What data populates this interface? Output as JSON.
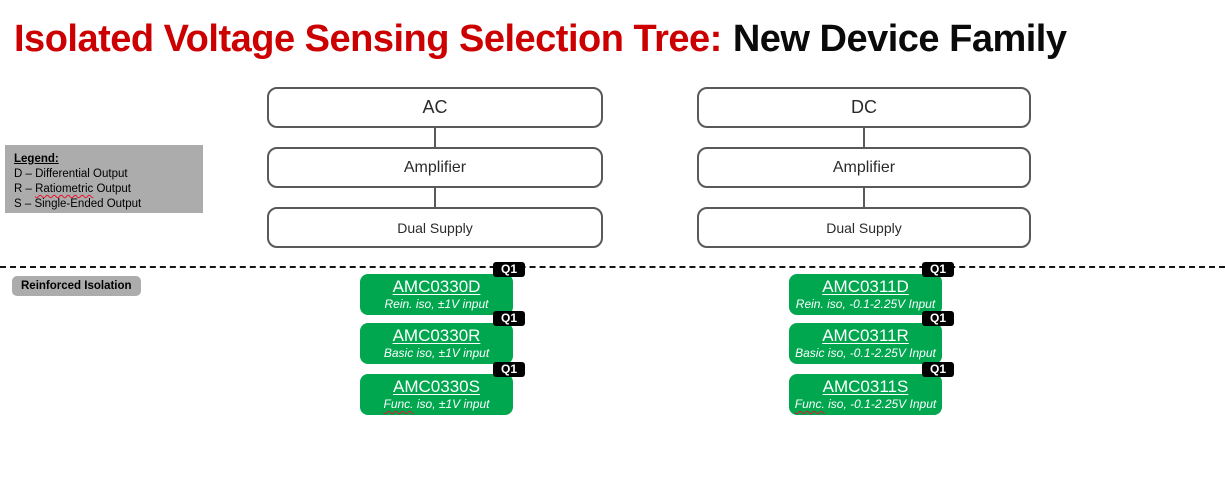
{
  "title": {
    "main": "Isolated Voltage Sensing Selection Tree:",
    "suffix": "New Device Family"
  },
  "legend": {
    "heading": "Legend:",
    "items": [
      {
        "pre": "D – Differential Output",
        "wavy": "",
        "post": ""
      },
      {
        "pre": "R – ",
        "wavy": "Ratiometric",
        "post": " Output"
      },
      {
        "pre": "S – Single-Ended Output",
        "wavy": "",
        "post": ""
      }
    ]
  },
  "tree": {
    "ac": {
      "root": "AC",
      "level2": "Amplifier",
      "level3": "Dual Supply"
    },
    "dc": {
      "root": "DC",
      "level2": "Amplifier",
      "level3": "Dual Supply"
    }
  },
  "separator": {
    "label": "Reinforced Isolation"
  },
  "devices": {
    "ac": [
      {
        "part": "AMC0330D",
        "badge": "Q1",
        "sub_wavy": "",
        "sub_text": "Rein. iso, ±1V input"
      },
      {
        "part": "AMC0330R",
        "badge": "Q1",
        "sub_wavy": "",
        "sub_text": "Basic iso, ±1V input"
      },
      {
        "part": "AMC0330S",
        "badge": "Q1",
        "sub_wavy": "Func.",
        "sub_text": " iso, ±1V input"
      }
    ],
    "dc": [
      {
        "part": "AMC0311D",
        "badge": "Q1",
        "sub_wavy": "",
        "sub_text": "Rein. iso, -0.1-2.25V Input"
      },
      {
        "part": "AMC0311R",
        "badge": "Q1",
        "sub_wavy": "",
        "sub_text": "Basic iso, -0.1-2.25V Input"
      },
      {
        "part": "AMC0311S",
        "badge": "Q1",
        "sub_wavy": "Func.",
        "sub_text": " iso, -0.1-2.25V Input"
      }
    ]
  },
  "colors": {
    "title_red": "#CC0000",
    "device_green": "#00A74F",
    "legend_gray": "#ACACAC",
    "node_border_gray": "#595959",
    "badge_black": "#000000",
    "spellcheck_red": "#E8112D"
  }
}
